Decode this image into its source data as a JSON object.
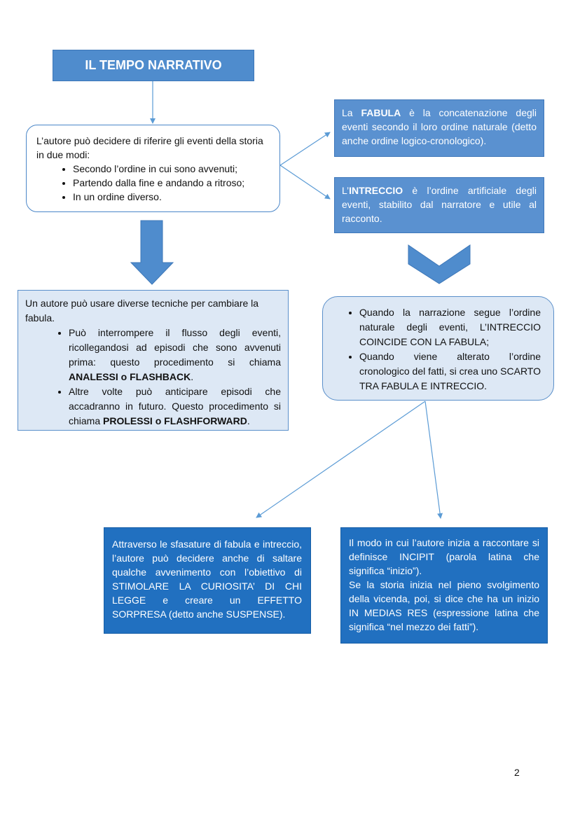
{
  "title": "IL TEMPO NARRATIVO",
  "intro": {
    "text": "L’autore può decidere di riferire gli eventi della storia in due modi:",
    "items": [
      "Secondo l’ordine in cui sono avvenuti;",
      "Partendo dalla fine e andando a ritroso;",
      "In un ordine diverso."
    ]
  },
  "fabula": {
    "pre": "La ",
    "bold": "FABULA",
    "post": " è la concatenazione degli eventi secondo il loro ordine naturale (detto anche ordine logico-cronologico)."
  },
  "intreccio": {
    "pre": "L’",
    "bold": "INTRECCIO",
    "post": " è l’ordine artificiale degli eventi, stabilito dal narratore e utile al racconto."
  },
  "techniques": {
    "intro": "Un autore può usare diverse tecniche per cambiare la fabula.",
    "item1_text": "Può interrompere il flusso degli eventi, ricollegandosi ad episodi che sono avvenuti prima: questo procedimento si chiama ",
    "item1_bold": "ANALESSI o FLASHBACK",
    "item1_end": ".",
    "item2_text": "Altre volte può anticipare episodi che accadranno in futuro. Questo procedimento si chiama ",
    "item2_bold": "PROLESSI o FLASHFORWARD",
    "item2_end": "."
  },
  "coincidence": {
    "items": [
      "Quando la narrazione segue l’ordine naturale degli eventi, L’INTRECCIO COINCIDE CON LA FABULA;",
      "Quando viene alterato l’ordine cronologico del fatti, si crea uno SCARTO TRA FABULA E INTRECCIO."
    ]
  },
  "curiosity": {
    "text": "Attraverso le sfasature di fabula e intreccio, l’autore può decidere anche di saltare qualche avvenimento con l’obiettivo di STIMOLARE LA CURIOSITA’ DI CHI LEGGE e creare un EFFETTO SORPRESA (detto anche SUSPENSE)."
  },
  "incipit": {
    "para1": "Il modo in cui l’autore inizia a raccontare si definisce INCIPIT (parola latina che significa “inizio”).",
    "para2": "Se la storia inizia nel pieno svolgimento della vicenda, poi, si dice che ha un inizio IN MEDIAS RES (espressione latina che significa “nel mezzo dei fatti”)."
  },
  "page_number": "2",
  "colors": {
    "light_box": "#5a91d0",
    "dark_box": "#2170c0",
    "pale_box": "#dde8f5",
    "connector": "#5b9bd5"
  }
}
